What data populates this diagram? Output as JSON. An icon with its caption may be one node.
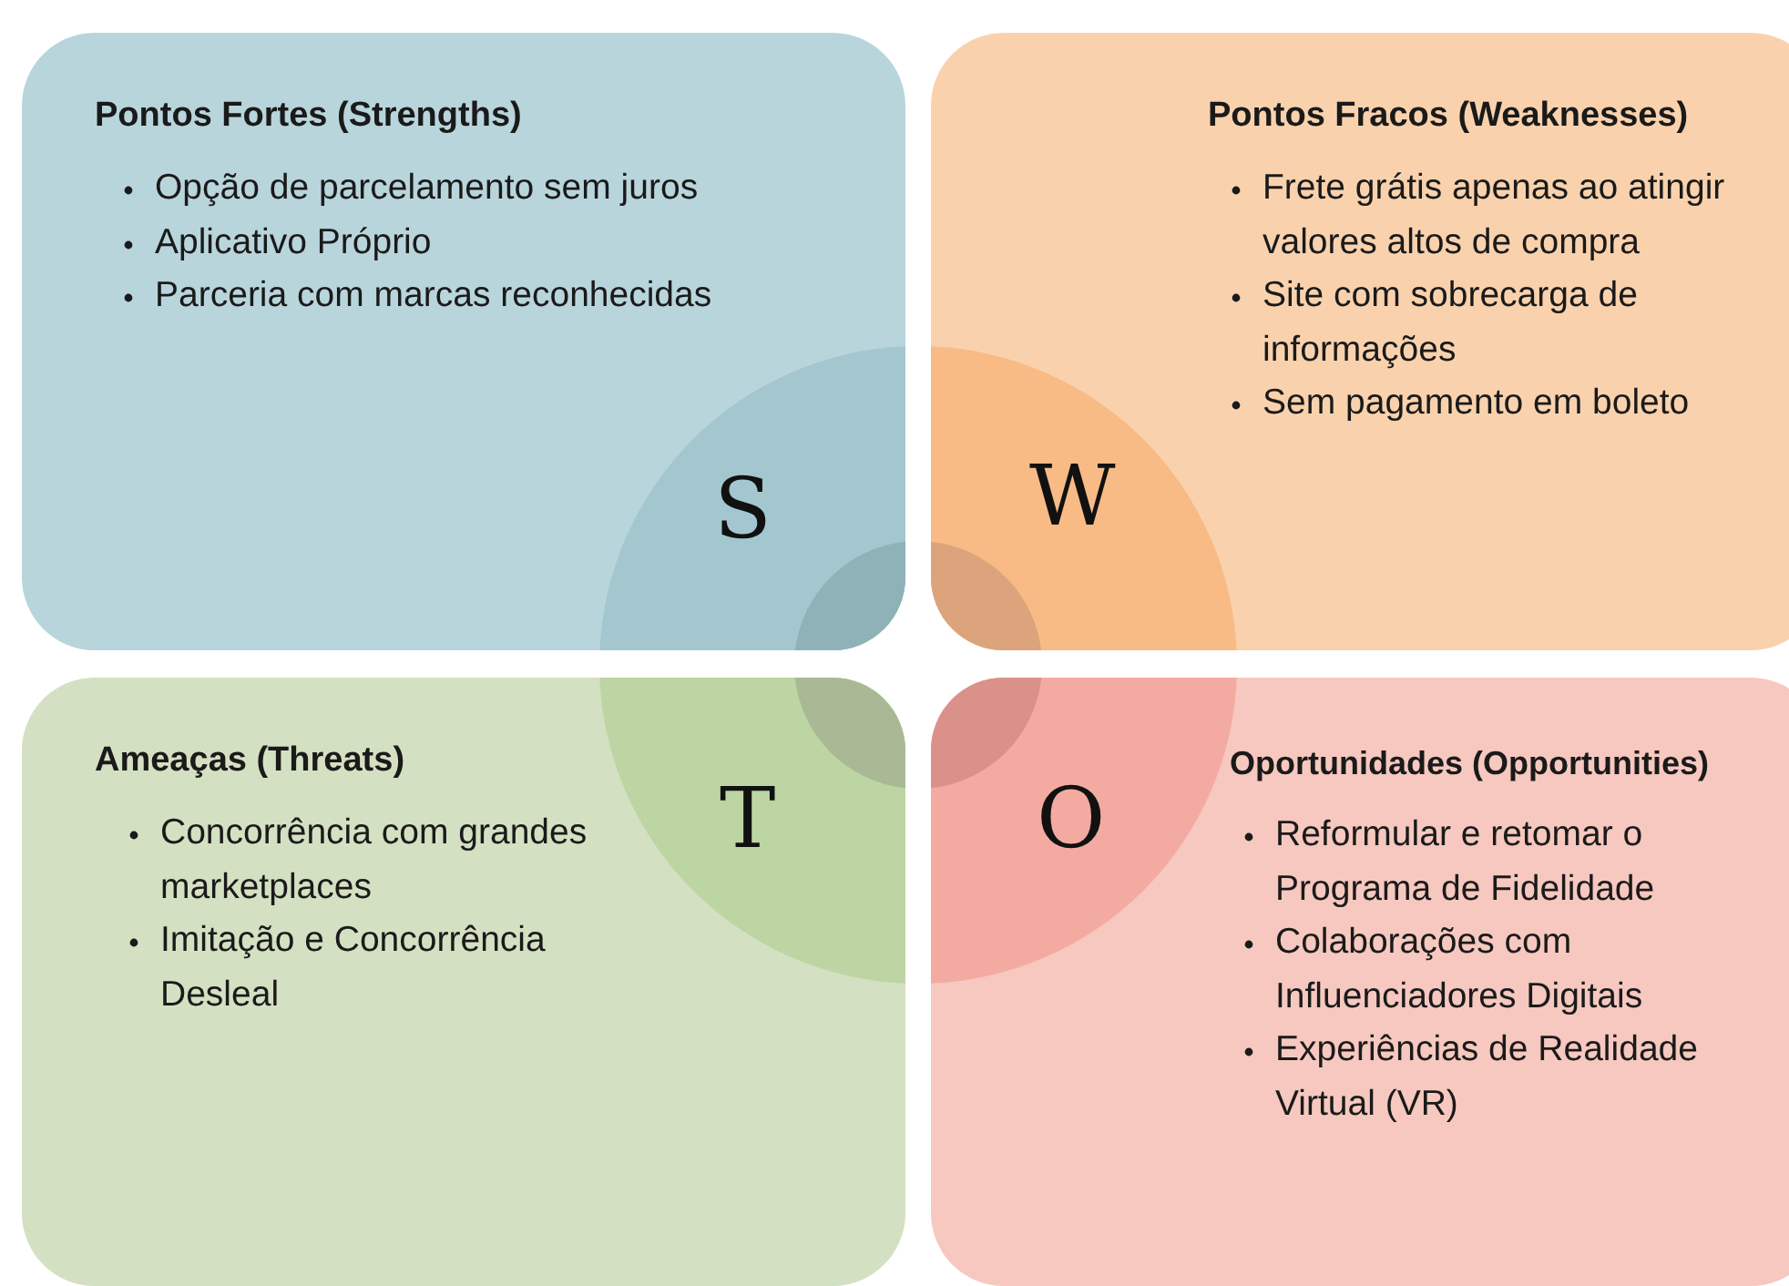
{
  "diagram": {
    "nodes": [
      {
        "text": [
          "Pontos Fortes (Strengths)",
          "Opção de parcelamento sem juros",
          "Aplicativo Próprio",
          "Parceria com marcas reconhecidas"
        ]
      },
      {
        "text": [
          "Pontos Fracos (Weaknesses)",
          "Frete grátis apenas ao atingir valores altos de compra",
          "Site com sobrecarga de informações",
          "Sem pagamento em boleto"
        ]
      },
      {
        "text": [
          "Ameaças (Threats)",
          "Concorrência com grandes marketplaces",
          "Imitação e Concorrência Desleal"
        ]
      },
      {
        "text": [
          "Oportunidades (Opportunities)",
          "Reformular e retomar o Programa de Fidelidade",
          "Colaborações com Influenciadores Digitais",
          "Experiências de Realidade Virtual (VR)"
        ]
      }
    ],
    "labels": [
      "S",
      "W",
      "T",
      "O"
    ]
  }
}
